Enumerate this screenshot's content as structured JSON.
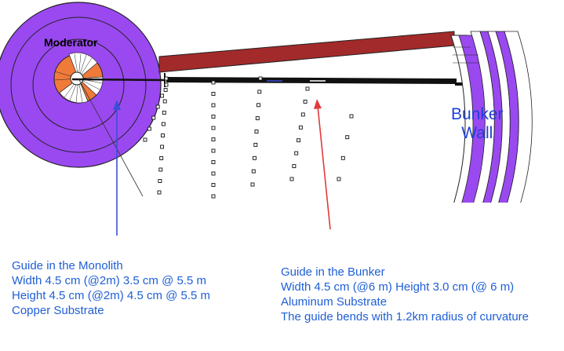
{
  "labels": {
    "moderator": "Moderator",
    "bunker_line1": "Bunker",
    "bunker_line2": "Wall"
  },
  "monolith_caption": {
    "lines": [
      "Guide in the Monolith",
      "Width  4.5 cm (@2m)  3.5 cm @ 5.5 m",
      "Height 4.5 cm (@2m)  4.5 cm @ 5.5 m",
      "Copper Substrate"
    ]
  },
  "bunker_caption": {
    "lines": [
      "Guide in the Bunker",
      "Width  4.5 cm (@6 m) Height 3.0 cm (@ 6 m)",
      "Aluminum Substrate",
      "The guide bends with 1.2km radius of curvature"
    ]
  },
  "colors": {
    "purple": "#9a49f0",
    "orange": "#f07a3a",
    "dark_red": "#a32a2a",
    "blue_arrow": "#3a4fd6",
    "red_arrow": "#e23a3a",
    "caption_blue": "#1f5fd6"
  }
}
